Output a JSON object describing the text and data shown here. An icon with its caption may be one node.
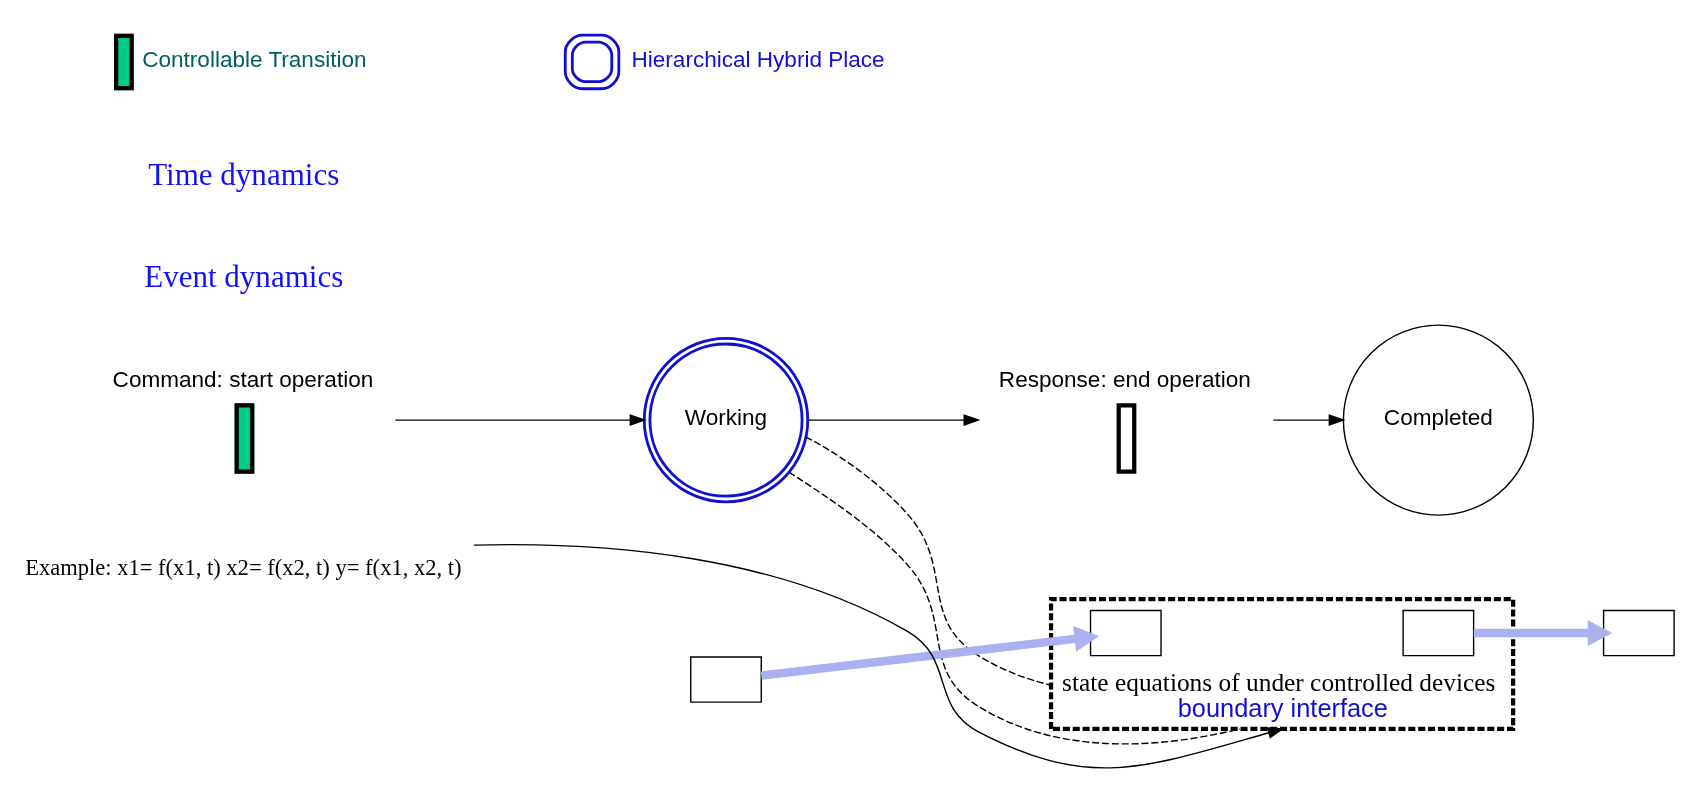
{
  "diagram": {
    "nodes": [
      {
        "text": [
          "Command: start operation"
        ]
      },
      {
        "text": [
          "Working"
        ]
      },
      {
        "text": [
          "Response: end operation"
        ]
      },
      {
        "text": [
          "Completed"
        ]
      },
      {
        "text": [
          "state equations of under controlled devices",
          "boundary interface"
        ]
      },
      {
        "text": [],
        "shape": "box"
      },
      {
        "text": [],
        "shape": "box",
        "in": 4
      },
      {
        "text": [],
        "shape": "box",
        "in": 4
      },
      {
        "text": [],
        "shape": "box"
      },
      {
        "text": [
          "Example: x1= f(x1, t) x2= f(x2, t) y= f(x1, x2, t)"
        ]
      }
    ],
    "edges": [
      {
        "from": 0,
        "to": 1,
        "arrow": "to"
      },
      {
        "from": 1,
        "to": 2,
        "arrow": "to"
      },
      {
        "from": 2,
        "to": 3,
        "arrow": "to"
      },
      {
        "from": 1,
        "to": 4,
        "arrow": "none",
        "style": "dashed"
      },
      {
        "from": 1,
        "to": 4,
        "arrow": "none",
        "style": "dashed"
      },
      {
        "from": 5,
        "to": 6,
        "arrow": "to",
        "style": "thick",
        "color": "#aab0f0"
      },
      {
        "from": 7,
        "to": 8,
        "arrow": "to",
        "style": "thick",
        "color": "#aab0f0"
      },
      {
        "from": 9,
        "to": 4,
        "arrow": "to"
      }
    ],
    "labels": [
      "Event dynamics",
      "Time dynamics"
    ],
    "legend": [
      {
        "text": "Controllable Transition"
      },
      {
        "text": "Hierarchical Hybrid Place"
      }
    ]
  }
}
